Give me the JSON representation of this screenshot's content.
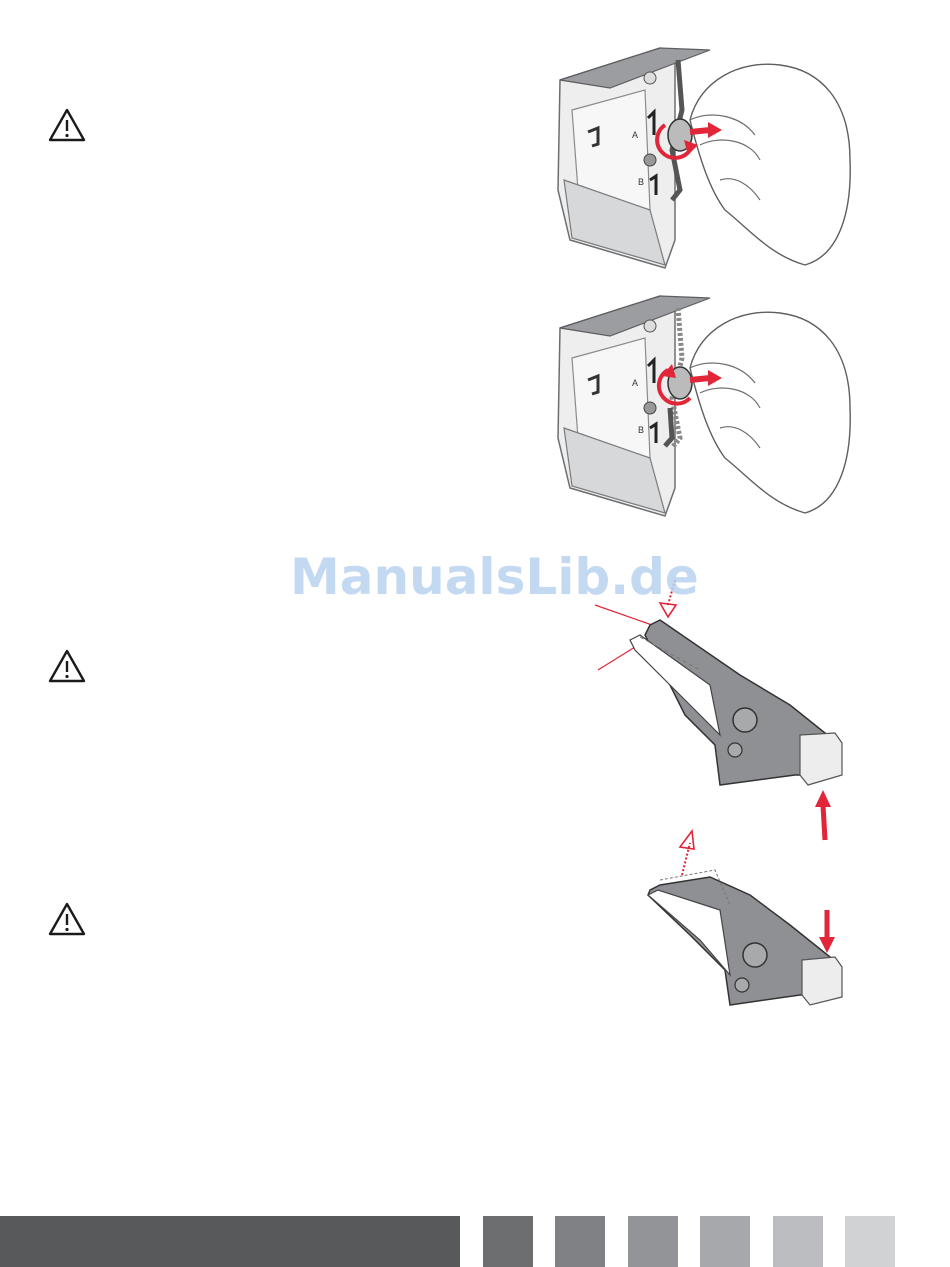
{
  "watermark": {
    "text": "ManualsLib.de"
  },
  "warnings": [
    {
      "icon": "warning-triangle-icon"
    },
    {
      "icon": "warning-triangle-icon"
    },
    {
      "icon": "warning-triangle-icon"
    }
  ],
  "illustrations": [
    {
      "label_a": "A",
      "label_b": "B"
    },
    {
      "label_a": "A",
      "label_b": "B"
    }
  ],
  "colors": {
    "accent": "#e2263a",
    "footer_main": "#58595b",
    "footer_blocks": [
      "#6d6e70",
      "#808184",
      "#939497",
      "#a7a8ab",
      "#bcbdc0",
      "#d1d2d4"
    ]
  }
}
